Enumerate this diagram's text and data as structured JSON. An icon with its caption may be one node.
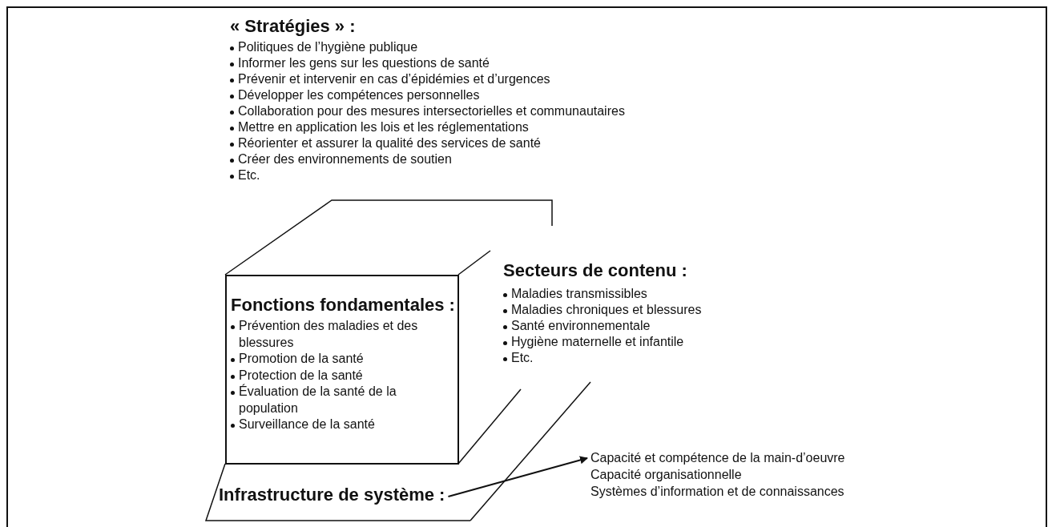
{
  "diagram": {
    "nodes": [
      {
        "text": [
          "« Stratégies » :",
          "Politiques de l’hygiène publique",
          "Informer les gens sur les questions de santé",
          "Prévenir et intervenir en cas d’épidémies et d’urgences",
          "Développer les compétences personnelles",
          "Collaboration pour des mesures intersectorielles et communautaires",
          "Mettre en application les lois et les réglementations",
          "Réorienter et assurer la qualité des services de santé",
          "Créer des environnements de soutien",
          "Etc."
        ]
      },
      {
        "text": [
          "Secteurs de contenu :",
          "Maladies transmissibles",
          "Maladies chroniques et blessures",
          "Santé environnementale",
          "Hygiène maternelle et infantile",
          "Etc."
        ]
      },
      {
        "text": [
          "Fonctions fondamentales :",
          "Prévention des maladies et des blessures",
          "Promotion de la santé",
          "Protection de la santé",
          "Évaluation de la santé de la population",
          "Surveillance de la santé"
        ]
      },
      {
        "text": [
          "Infrastructure de système :"
        ]
      },
      {
        "text": [
          "Capacité et compétence de la main-d’oeuvre",
          "Capacité organisationnelle",
          "Systèmes d’information et de connaissances"
        ]
      }
    ],
    "edges": [
      {
        "from": 3,
        "to": 4,
        "arrow": "to"
      }
    ]
  }
}
